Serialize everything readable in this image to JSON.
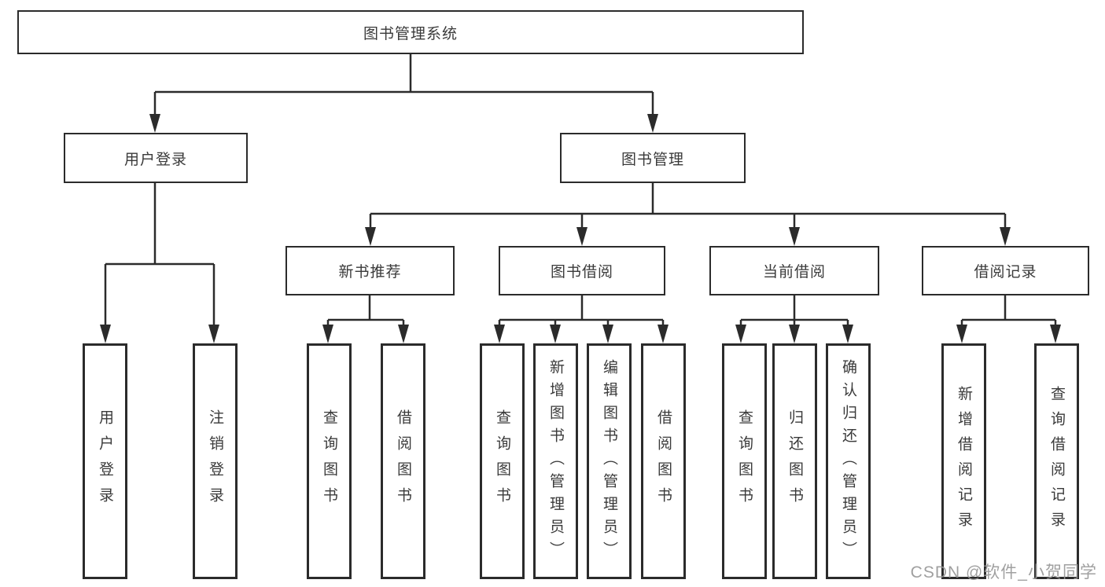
{
  "colors": {
    "line": "#2b2b2b",
    "box_border": "#2b2b2b",
    "text": "#3a3a3a",
    "background": "#ffffff",
    "watermark": "#969696"
  },
  "tree": {
    "root": {
      "label": "图书管理系统"
    },
    "branches": [
      {
        "label": "用户登录",
        "children": [
          {
            "label": "用户登录"
          },
          {
            "label": "注销登录"
          }
        ]
      },
      {
        "label": "图书管理",
        "children": [
          {
            "label": "新书推荐",
            "children": [
              {
                "label": "查询图书"
              },
              {
                "label": "借阅图书"
              }
            ]
          },
          {
            "label": "图书借阅",
            "children": [
              {
                "label": "查询图书"
              },
              {
                "label": "新增图书（管理员）"
              },
              {
                "label": "编辑图书（管理员）"
              },
              {
                "label": "借阅图书"
              }
            ]
          },
          {
            "label": "当前借阅",
            "children": [
              {
                "label": "查询图书"
              },
              {
                "label": "归还图书"
              },
              {
                "label": "确认归还（管理员）"
              }
            ]
          },
          {
            "label": "借阅记录",
            "children": [
              {
                "label": "新增借阅记录"
              },
              {
                "label": "查询借阅记录"
              }
            ]
          }
        ]
      }
    ]
  },
  "watermark": "CSDN @软件_小贺同学"
}
